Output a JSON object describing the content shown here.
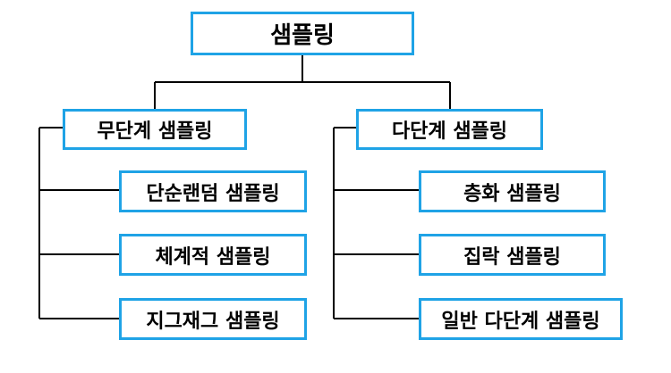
{
  "root": {
    "label": "샘플링"
  },
  "branches": [
    {
      "label": "무단계 샘플링",
      "children": [
        "단순랜덤 샘플링",
        "체계적 샘플링",
        "지그재그 샘플링"
      ]
    },
    {
      "label": "다단계 샘플링",
      "children": [
        "층화 샘플링",
        "집락 샘플링",
        "일반 다단계 샘플링"
      ]
    }
  ],
  "colors": {
    "box_border": "#1fa3e6",
    "connector": "#000000",
    "text": "#000000",
    "background": "#ffffff"
  }
}
